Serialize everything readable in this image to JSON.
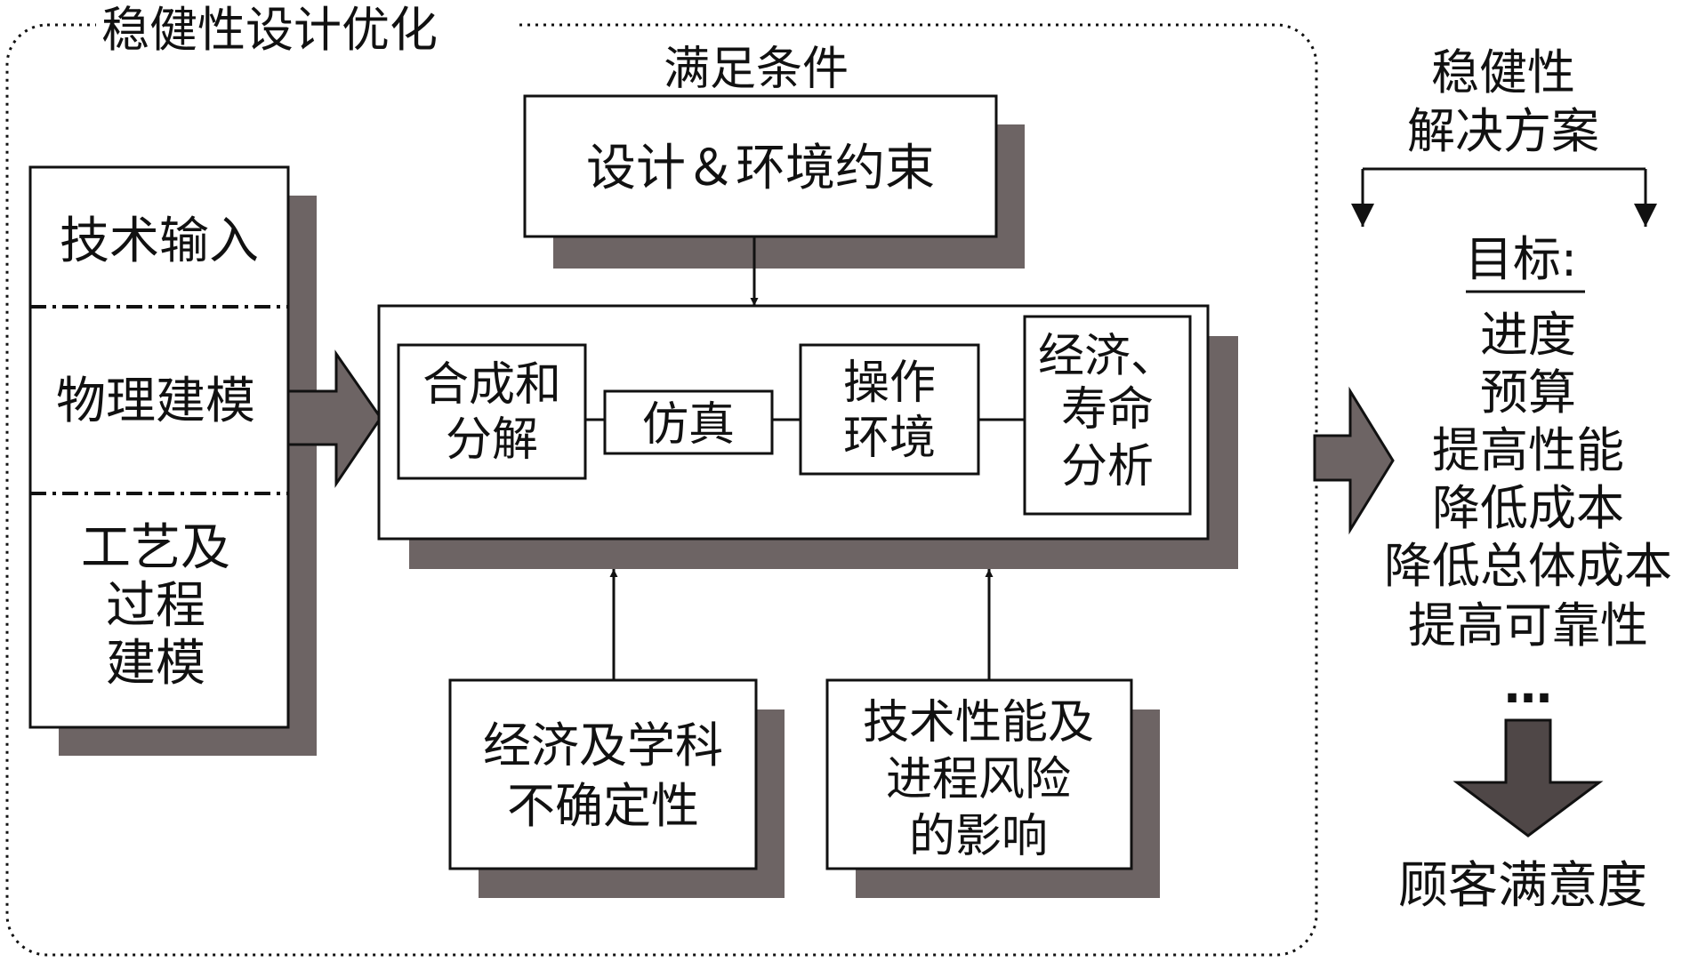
{
  "frame_title": "稳健性设计优化",
  "satisfy_label": "满足条件",
  "constraints_box": "设计＆环境约束",
  "tech_box": {
    "section1": "技术输入",
    "section2": "物理建模",
    "section3": [
      "工艺及",
      "过程",
      "建模"
    ]
  },
  "process": {
    "synthesis": [
      "合成和",
      "分解"
    ],
    "simulation": "仿真",
    "operating": [
      "操作",
      "环境"
    ],
    "economic": [
      "经济、",
      "寿命",
      "分析"
    ]
  },
  "uncertainty_box": [
    "经济及学科",
    "不确定性"
  ],
  "risk_box": [
    "技术性能及",
    "进程风险",
    "的影响"
  ],
  "solution_title": [
    "稳健性",
    "解决方案"
  ],
  "goals_label": "目标:",
  "goals": [
    "进度",
    "预算",
    "提高性能",
    "降低成本",
    "降低总体成本",
    "提高可靠性"
  ],
  "ellipsis": "…",
  "customer": "顾客满意度",
  "colors": {
    "shadow": "#6d6464",
    "line": "#111111",
    "background": "#ffffff"
  }
}
